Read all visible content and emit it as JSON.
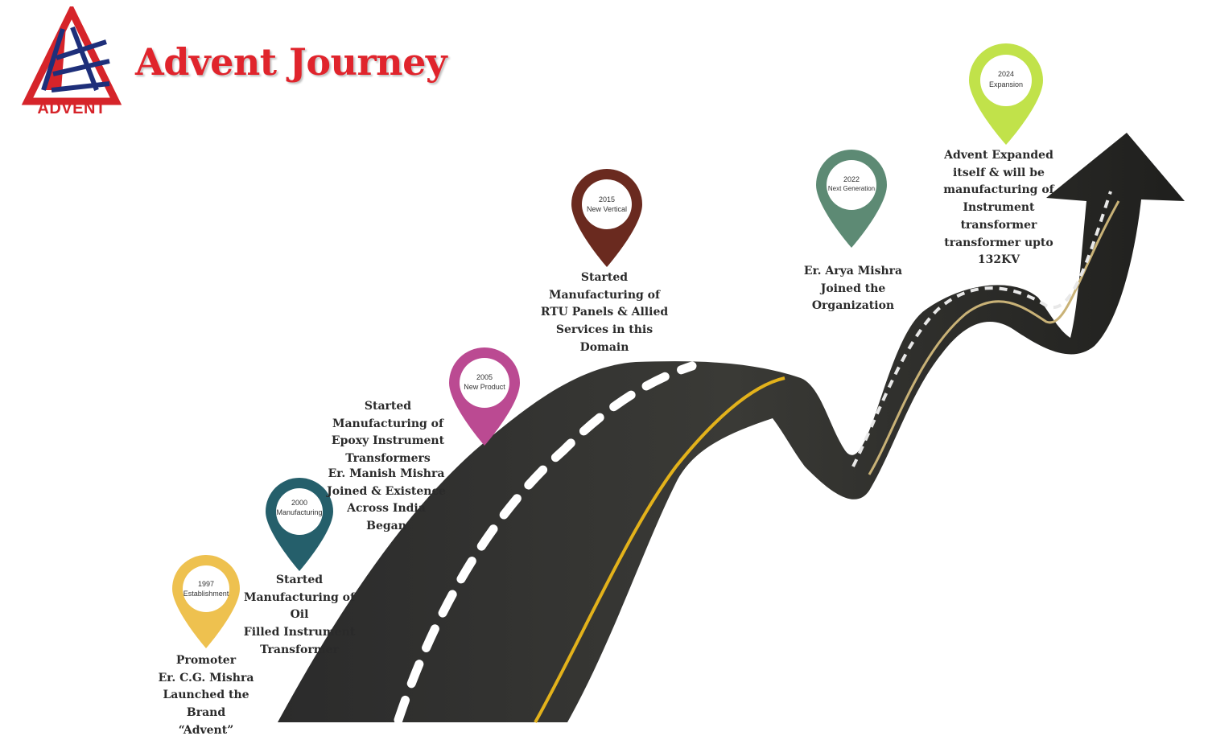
{
  "brand": {
    "logo_text": "ADVENT",
    "title": "Advent Journey"
  },
  "milestones": [
    {
      "year": "1997",
      "tag": "Establishment",
      "color": "#eec14f",
      "text": "Promoter\nEr. C.G. Mishra\nLaunched the Brand\n“Advent”"
    },
    {
      "year": "2000",
      "tag": "Manufacturing",
      "color": "#255f6b",
      "text": "Started\nManufacturing of Oil\nFilled Instrument\nTransformer"
    },
    {
      "year": "2005",
      "tag": "New Product",
      "color": "#bb4a92",
      "text": "Started\nManufacturing of\nEpoxy Instrument\nTransformers"
    },
    {
      "year": "",
      "tag": "",
      "color": "",
      "text": "Er. Manish Mishra\nJoined & Existence\nAcross India Began"
    },
    {
      "year": "2015",
      "tag": "New Vertical",
      "color": "#6a2a1f",
      "text": "Started\nManufacturing of\nRTU Panels & Allied\nServices in this\nDomain"
    },
    {
      "year": "2022",
      "tag": "Next Generation",
      "color": "#5d8a74",
      "text": "Er. Arya Mishra\nJoined the\nOrganization"
    },
    {
      "year": "2024",
      "tag": "Expansion",
      "color": "#c1e24a",
      "text": "Advent Expanded\nitself & will be\nmanufacturing of\nInstrument transformer\ntransformer upto 132KV"
    }
  ]
}
